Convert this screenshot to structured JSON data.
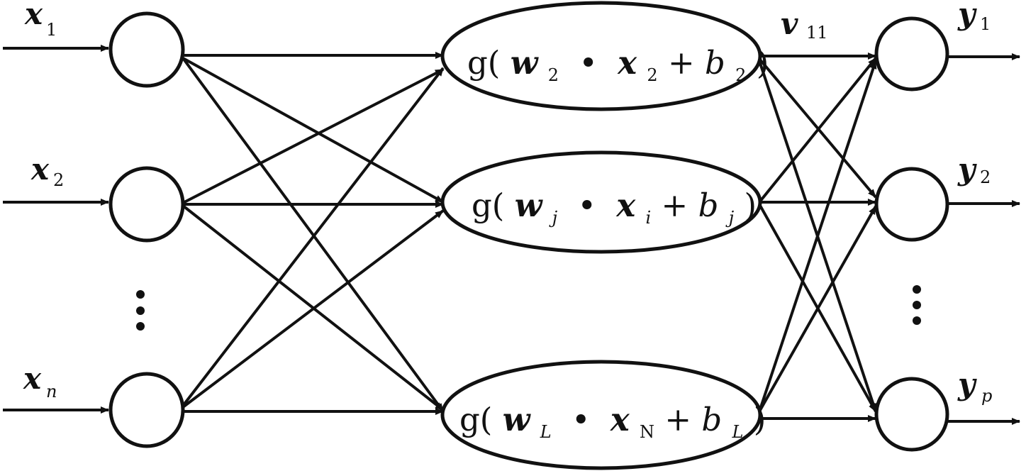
{
  "inputs": [
    {
      "symbol": "x",
      "subscript": "1"
    },
    {
      "symbol": "x",
      "subscript": "2"
    },
    {
      "symbol": "x",
      "subscript": "n"
    }
  ],
  "hidden_units": [
    {
      "function_name": "g(",
      "weight_symbol": "w",
      "weight_subscript": "2",
      "operator": "•",
      "input_symbol": "x",
      "input_subscript": "2",
      "plus": "+",
      "bias_symbol": "b",
      "bias_subscript": "2",
      "close": ")"
    },
    {
      "function_name": "g(",
      "weight_symbol": "w",
      "weight_subscript": "j",
      "operator": "•",
      "input_symbol": "x",
      "input_subscript": "i",
      "plus": "+",
      "bias_symbol": "b",
      "bias_subscript": "j",
      "close": ")"
    },
    {
      "function_name": "g(",
      "weight_symbol": "w",
      "weight_subscript": "L",
      "operator": "•",
      "input_symbol": "x",
      "input_subscript": "N",
      "plus": "+",
      "bias_symbol": "b",
      "bias_subscript": "L",
      "close": ")"
    }
  ],
  "output_weight": {
    "symbol": "v",
    "subscript": "11"
  },
  "outputs": [
    {
      "symbol": "y",
      "subscript": "1"
    },
    {
      "symbol": "y",
      "subscript": "2"
    },
    {
      "symbol": "y",
      "subscript": "p"
    }
  ],
  "ellipsis_markers": [
    {
      "layer": "input",
      "glyph": "⋮"
    },
    {
      "layer": "output",
      "glyph": "⋮"
    }
  ],
  "colors": {
    "stroke": "#111111",
    "background": "#ffffff"
  }
}
